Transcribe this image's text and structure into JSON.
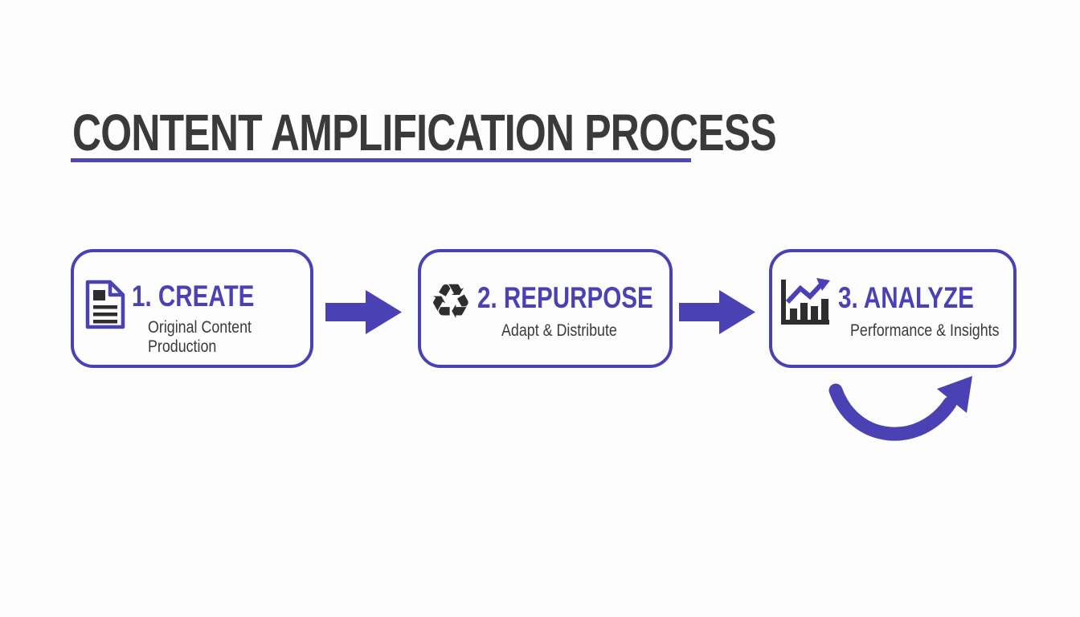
{
  "title": "CONTENT AMPLIFICATION PROCESS",
  "steps": [
    {
      "label": "1. CREATE",
      "subtitle": "Original Content Production",
      "icon": "document-icon"
    },
    {
      "label": "2. REPURPOSE",
      "subtitle": "Adapt & Distribute",
      "icon": "recycle-icon"
    },
    {
      "label": "3. ANALYZE",
      "subtitle": "Performance & Insights",
      "icon": "bar-chart-icon"
    }
  ],
  "glyphs": {
    "recycle": "♻"
  },
  "colors": {
    "accent": "#4a42b4",
    "underline": "#4f48b0",
    "icon_dark": "#2e2e30",
    "title_text": "#3a3a3c"
  }
}
